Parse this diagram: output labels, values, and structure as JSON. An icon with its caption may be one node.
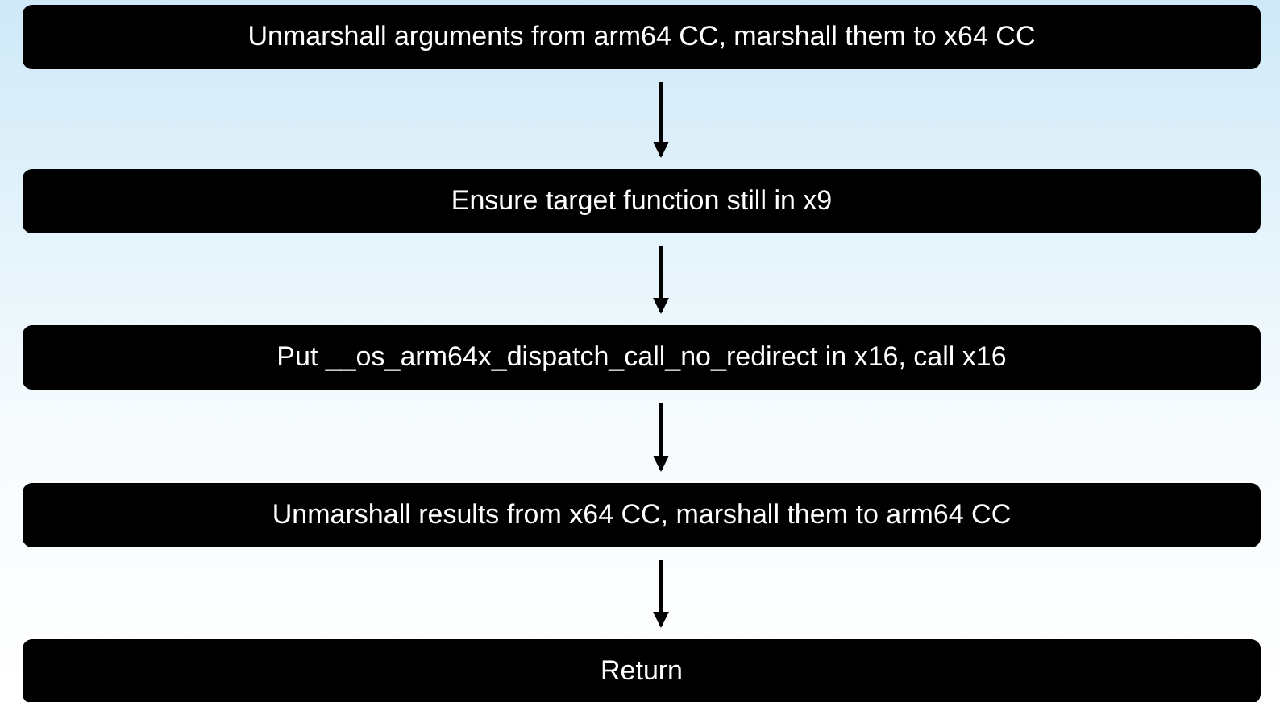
{
  "diagram": {
    "nodes": [
      {
        "text": [
          "Unmarshall arguments from arm64 CC, marshall them to x64 CC"
        ]
      },
      {
        "text": [
          "Ensure target function still in x9"
        ]
      },
      {
        "text": [
          "Put __os_arm64x_dispatch_call_no_redirect in x16, call x16"
        ]
      },
      {
        "text": [
          "Unmarshall results from x64 CC, marshall them to arm64 CC"
        ]
      },
      {
        "text": [
          "Return"
        ]
      }
    ],
    "edges": [
      {
        "from": 0,
        "to": 1,
        "arrow": "to"
      },
      {
        "from": 1,
        "to": 2,
        "arrow": "to"
      },
      {
        "from": 2,
        "to": 3,
        "arrow": "to"
      },
      {
        "from": 3,
        "to": 4,
        "arrow": "to"
      }
    ]
  }
}
